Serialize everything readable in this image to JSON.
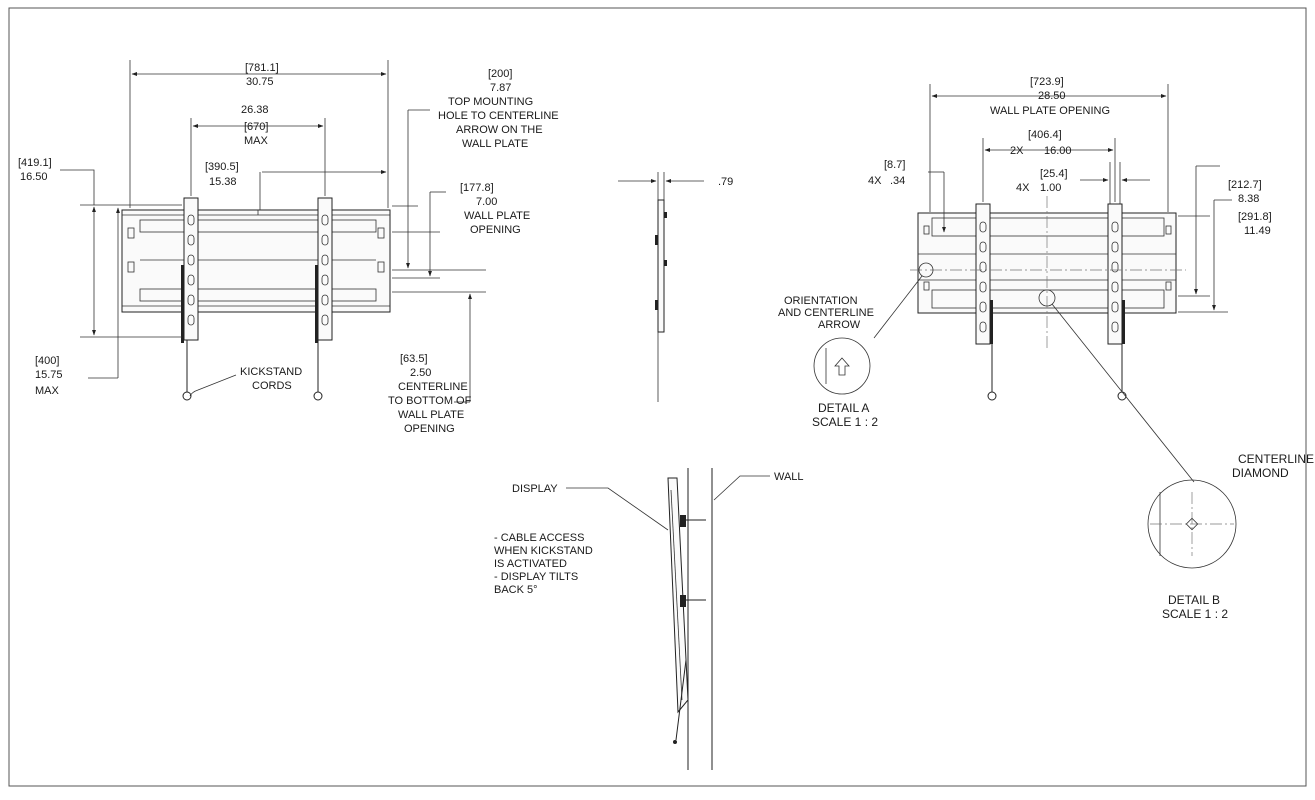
{
  "front_view": {
    "overall_width_mm": "[781.1]",
    "overall_width_in": "30.75",
    "arm_spacing_in": "26.38",
    "arm_spacing_mm": "[670]",
    "arm_spacing_note": "MAX",
    "half_width_mm": "[390.5]",
    "half_width_in": "15.38",
    "height_mm": "[419.1]",
    "height_in": "16.50",
    "max_height_mm": "[400]",
    "max_height_in": "15.75",
    "max_height_note": "MAX",
    "top_hole_mm": "[200]",
    "top_hole_in": "7.87",
    "top_hole_note": [
      "TOP MOUNTING",
      "HOLE TO CENTERLINE",
      "ARROW ON THE",
      "WALL PLATE"
    ],
    "wall_opening_mm": "[177.8]",
    "wall_opening_in": "7.00",
    "wall_opening_note": [
      "WALL PLATE",
      "OPENING"
    ],
    "centerline_bottom_mm": "[63.5]",
    "centerline_bottom_in": "2.50",
    "centerline_bottom_note": [
      "CENTERLINE",
      "TO BOTTOM OF",
      "WALL PLATE",
      "OPENING"
    ],
    "kickstand_note": [
      "KICKSTAND",
      "CORDS"
    ]
  },
  "side_view": {
    "depth_in": ".79"
  },
  "tilt_view": {
    "display_label": "DISPLAY",
    "wall_label": "WALL",
    "notes": [
      "- CABLE ACCESS",
      "WHEN KICKSTAND",
      "IS ACTIVATED",
      "- DISPLAY TILTS",
      "BACK 5°"
    ]
  },
  "rear_view": {
    "opening_mm": "[723.9]",
    "opening_in": "28.50",
    "opening_note": "WALL PLATE OPENING",
    "stud_mm": "[406.4]",
    "stud_prefix": "2X",
    "stud_in": "16.00",
    "slot_mm": "[25.4]",
    "slot_prefix": "4X",
    "slot_in": "1.00",
    "hole_mm": "[8.7]",
    "hole_prefix": "4X",
    "hole_in": ".34",
    "plate_height_mm": "[212.7]",
    "plate_height_in": "8.38",
    "total_height_mm": "[291.8]",
    "total_height_in": "11.49",
    "orientation_note": [
      "ORIENTATION",
      "AND CENTERLINE",
      "ARROW"
    ]
  },
  "detail_a": {
    "title": "DETAIL A",
    "scale": "SCALE 1 : 2"
  },
  "detail_b": {
    "callout": [
      "CENTERLINE",
      "DIAMOND"
    ],
    "title": "DETAIL B",
    "scale": "SCALE 1 : 2"
  }
}
